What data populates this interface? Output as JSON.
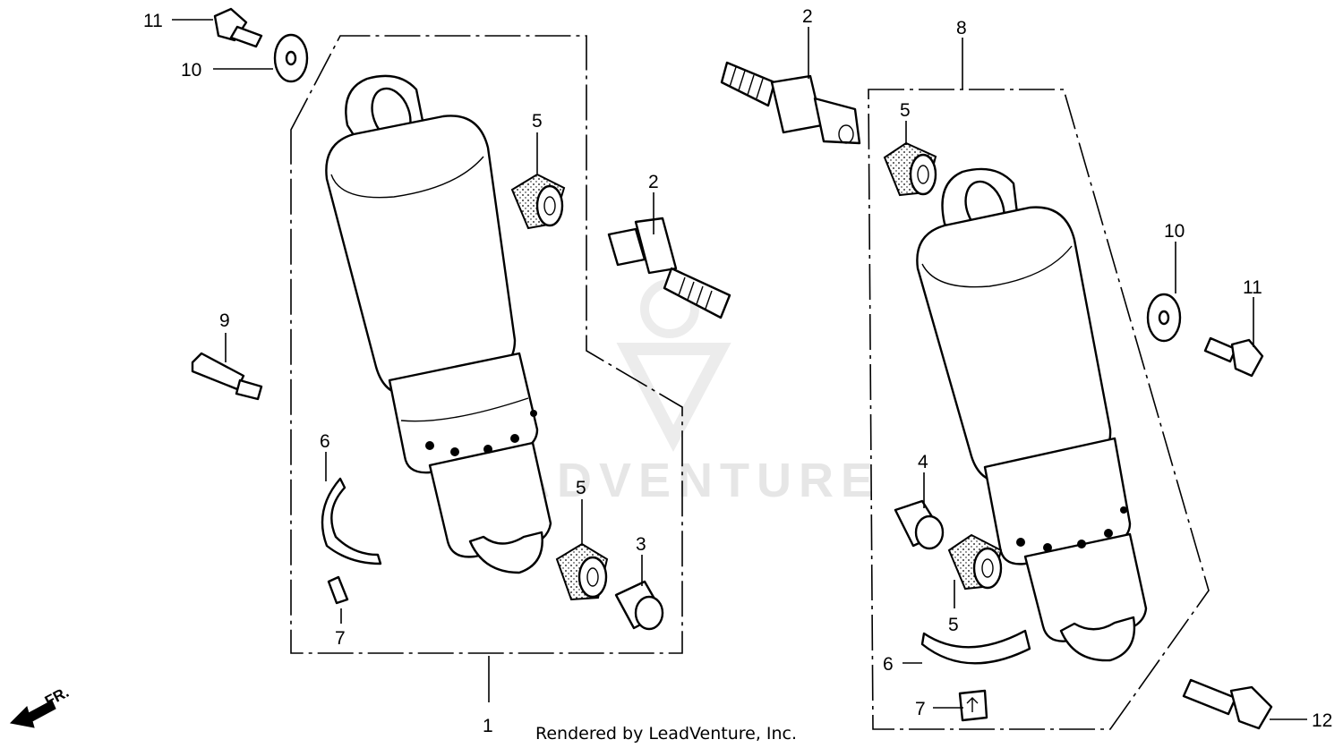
{
  "watermark": {
    "text": "LEADVENTURE"
  },
  "footer": {
    "text": "Rendered by LeadVenture, Inc."
  },
  "direction": {
    "text": "FR."
  },
  "callouts": {
    "c1": "1",
    "c2a": "2",
    "c2b": "2",
    "c3": "3",
    "c4": "4",
    "c5a": "5",
    "c5b": "5",
    "c5c": "5",
    "c5d": "5",
    "c6a": "6",
    "c6b": "6",
    "c7a": "7",
    "c7b": "7",
    "c8": "8",
    "c9": "9",
    "c10a": "10",
    "c10b": "10",
    "c11a": "11",
    "c11b": "11",
    "c12": "12"
  },
  "colors": {
    "line": "#000000",
    "background": "#ffffff",
    "watermark": "#e6e6e6"
  }
}
